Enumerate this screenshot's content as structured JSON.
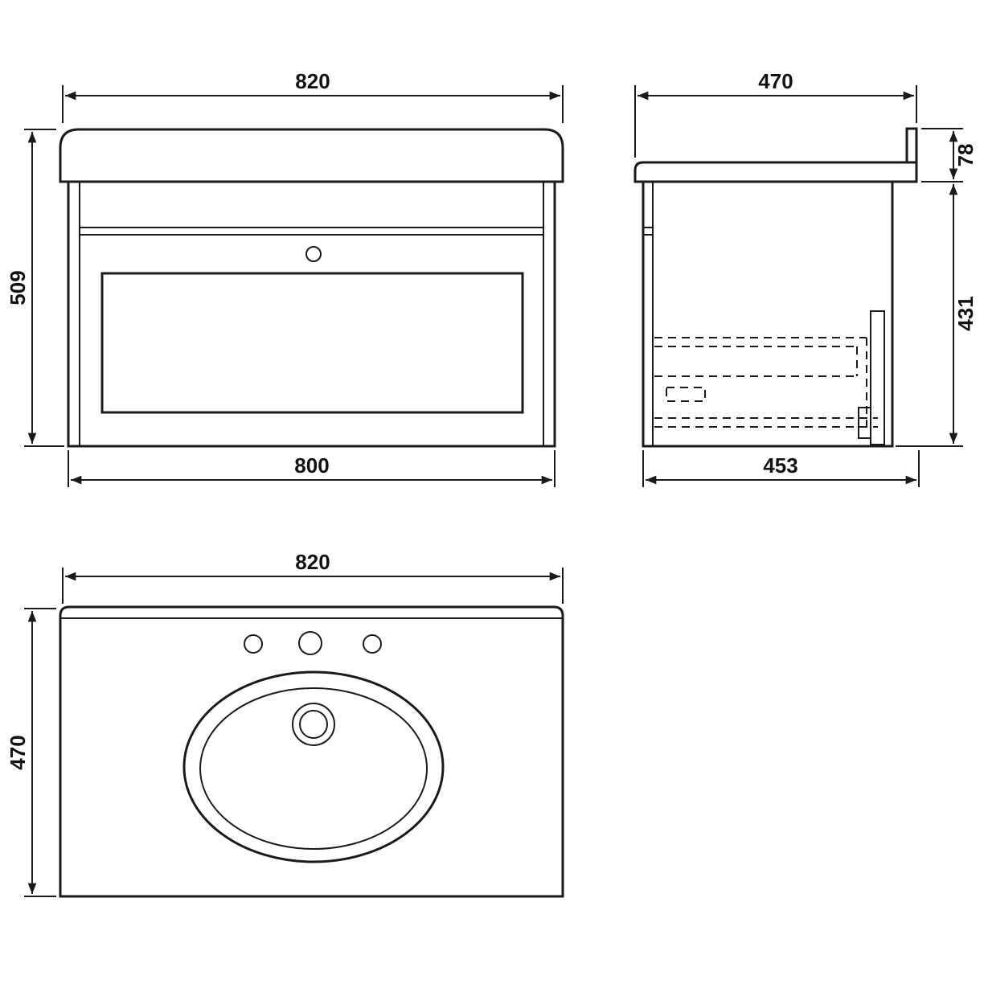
{
  "drawing": {
    "front_view": {
      "top_width": "820",
      "left_height": "509",
      "bottom_width": "800"
    },
    "side_view": {
      "top_depth": "470",
      "upstand_height": "78",
      "body_height": "431",
      "bottom_depth": "453"
    },
    "plan_view": {
      "top_width": "820",
      "left_depth": "470"
    }
  },
  "colors": {
    "line": "#1a1a1a",
    "background": "#ffffff"
  }
}
